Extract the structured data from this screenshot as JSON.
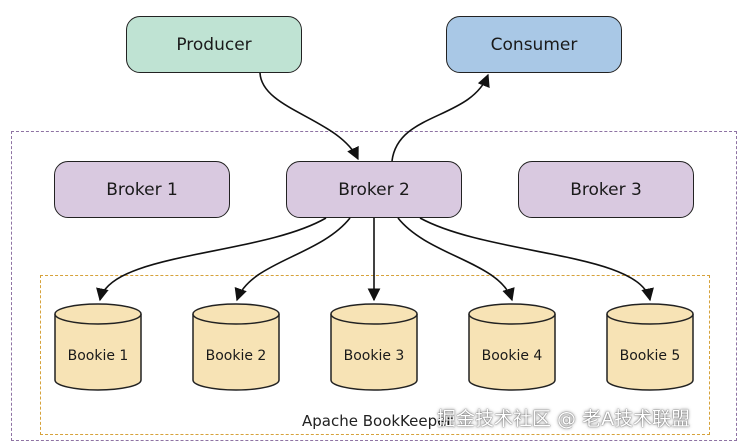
{
  "producer": {
    "label": "Producer"
  },
  "consumer": {
    "label": "Consumer"
  },
  "brokers": [
    {
      "label": "Broker 1"
    },
    {
      "label": "Broker 2"
    },
    {
      "label": "Broker 3"
    }
  ],
  "bookies": [
    {
      "label": "Bookie 1"
    },
    {
      "label": "Bookie 2"
    },
    {
      "label": "Bookie 3"
    },
    {
      "label": "Bookie 4"
    },
    {
      "label": "Bookie 5"
    }
  ],
  "bookkeeper": {
    "label": "Apache BookKeeper"
  },
  "watermark": {
    "text": "掘金技术社区 @ 老A技术联盟"
  },
  "colors": {
    "producer": "#bfe3d3",
    "consumer": "#a9c8e6",
    "broker": "#d9c9e0",
    "bookie": "#f7e3b5",
    "pulsar_frame": "#8e73a3",
    "bookkeeper_frame": "#d6a23b"
  }
}
